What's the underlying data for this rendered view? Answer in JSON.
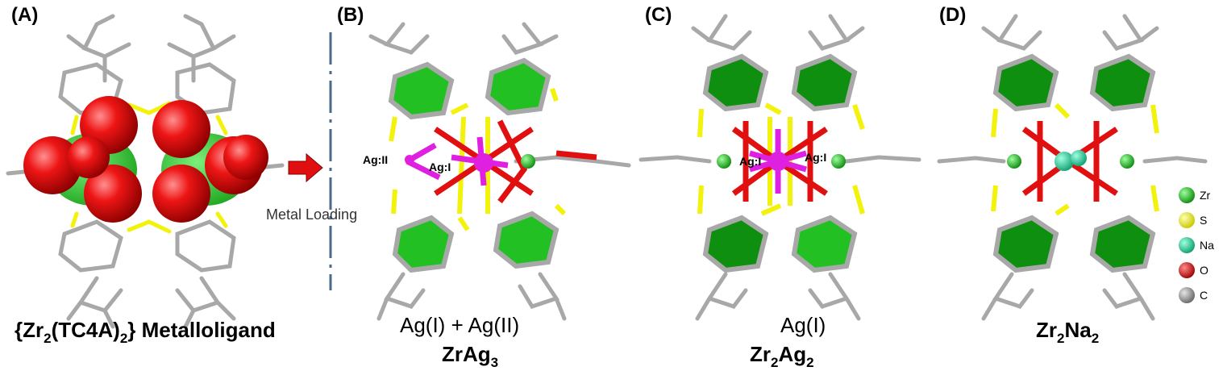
{
  "panels": [
    {
      "letter": "(A)",
      "caption_bold_prefix": "{Zr",
      "sub1": "2",
      "mid": "(TC4A)",
      "sub2": "2",
      "suffix": "} Metalloligand"
    },
    {
      "letter": "(B)",
      "oxidation": "Ag(I) + Ag(II)",
      "formula_main": "ZrAg",
      "formula_sub": "3",
      "atom_labels": [
        "Ag:II",
        "Ag:I"
      ]
    },
    {
      "letter": "(C)",
      "oxidation": "Ag(I)",
      "formula_main": "Zr",
      "formula_sub1": "2",
      "formula_mid": "Ag",
      "formula_sub2": "2",
      "atom_labels": [
        "Ag:I",
        "Ag:I"
      ]
    },
    {
      "letter": "(D)",
      "formula_main": "Zr",
      "formula_sub1": "2",
      "formula_mid": "Na",
      "formula_sub2": "2"
    }
  ],
  "arrow_label": "Metal Loading",
  "legend": [
    {
      "label": "Zr",
      "color": "#1fc41f"
    },
    {
      "label": "S",
      "color": "#f2f20d"
    },
    {
      "label": "Na",
      "color": "#1fd79a"
    },
    {
      "label": "O",
      "color": "#e01010"
    },
    {
      "label": "C",
      "color": "#a0a0a0"
    }
  ],
  "colors": {
    "ag": "#e020e0",
    "ring_green": "#22c022",
    "ring_dark": "#0f8f0f",
    "bond_gray": "#a8a8a8",
    "arrow_red": "#e01010",
    "divider": "#4a6a88"
  }
}
